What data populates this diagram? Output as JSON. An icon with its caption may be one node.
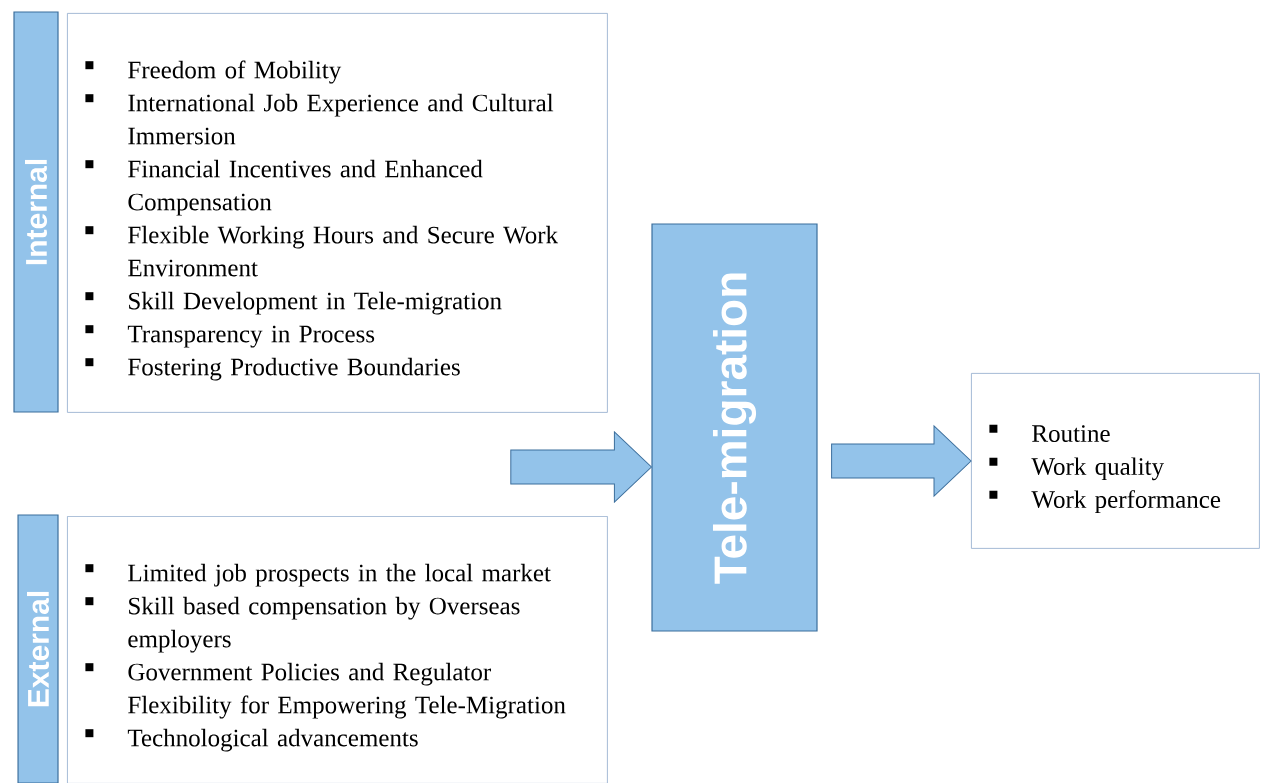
{
  "diagram": {
    "nodes": [
      {
        "text": [
          "Internal"
        ]
      },
      {
        "text": [
          "Freedom of Mobility",
          "International Job Experience and Cultural Immersion",
          "Financial Incentives and Enhanced Compensation",
          "Flexible Working Hours and Secure Work Environment",
          "Skill Development in Tele-migration",
          "Transparency in Process",
          "Fostering Productive Boundaries"
        ]
      },
      {
        "text": [
          "External"
        ]
      },
      {
        "text": [
          "Limited job prospects in the local market",
          "Skill based compensation by Overseas employers",
          "Government Policies and Regulator Flexibility for Empowering Tele-Migration",
          "Technological advancements"
        ]
      },
      {
        "text": [
          "Tele-migration"
        ]
      },
      {
        "text": [
          "Routine",
          "Work quality",
          "Work performance"
        ]
      }
    ],
    "edges": [
      {
        "from": 1,
        "to": 4,
        "arrow": "to"
      },
      {
        "from": 3,
        "to": 4,
        "arrow": "to"
      },
      {
        "from": 4,
        "to": 5,
        "arrow": "to"
      }
    ]
  }
}
